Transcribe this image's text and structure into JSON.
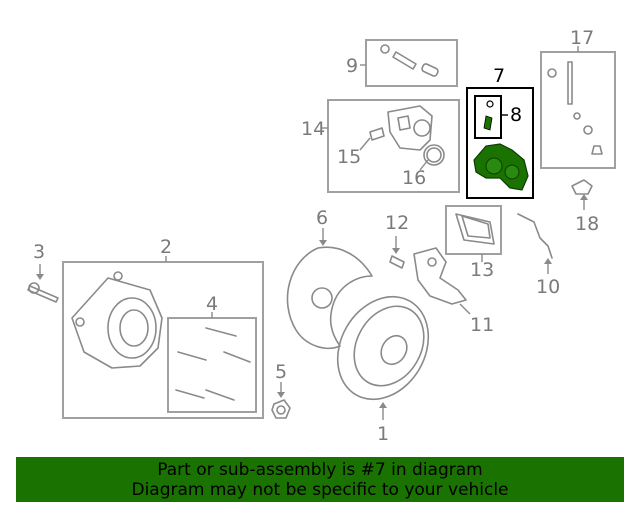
{
  "diagram": {
    "callouts": {
      "c1": "1",
      "c2": "2",
      "c3": "3",
      "c4": "4",
      "c5": "5",
      "c6": "6",
      "c7": "7",
      "c8": "8",
      "c9": "9",
      "c10": "10",
      "c11": "11",
      "c12": "12",
      "c13": "13",
      "c14": "14",
      "c15": "15",
      "c16": "16",
      "c17": "17",
      "c18": "18"
    },
    "highlighted_part": "7",
    "colors": {
      "highlight": "#1a7300",
      "line": "#8a8a8a",
      "banner": "#1a7300"
    }
  },
  "banner": {
    "line1": "Part or sub-assembly is #7 in diagram",
    "line2": "Diagram may not be specific to your vehicle"
  }
}
